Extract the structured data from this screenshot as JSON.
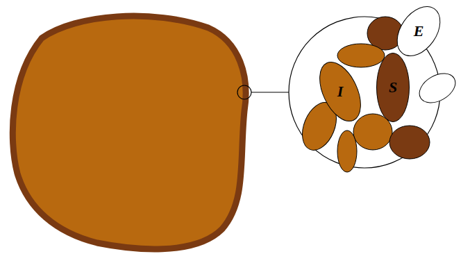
{
  "diagram": {
    "nodes": [
      {
        "text": [
          "E"
        ]
      },
      {
        "text": [
          "I"
        ]
      },
      {
        "text": [
          "S"
        ]
      }
    ]
  }
}
